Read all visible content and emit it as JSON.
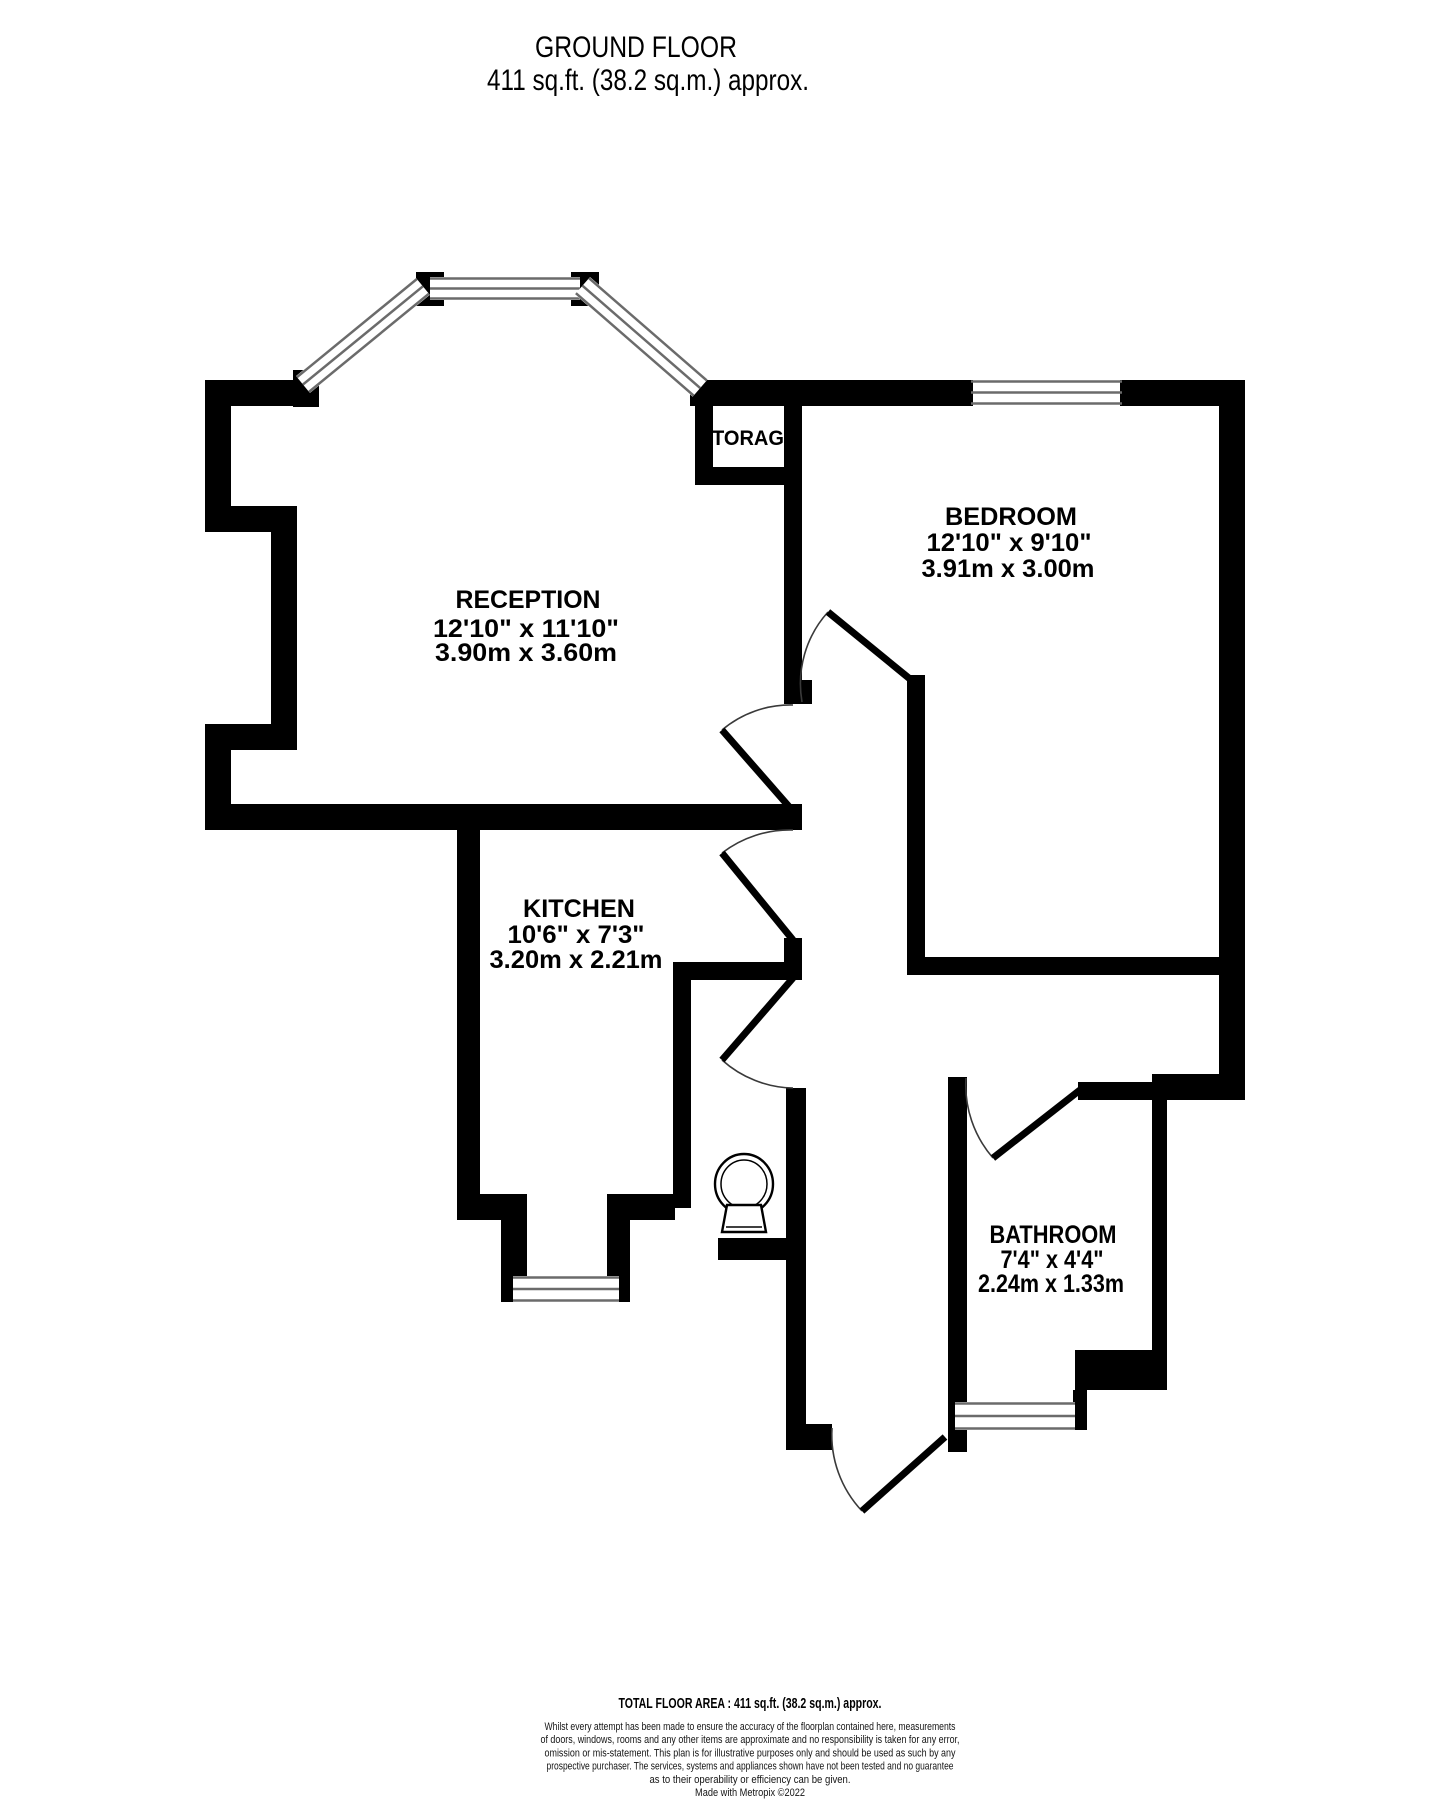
{
  "title": {
    "line1": "GROUND FLOOR",
    "line2": "411 sq.ft. (38.2 sq.m.) approx."
  },
  "rooms": {
    "reception": {
      "name": "RECEPTION",
      "imperial": "12'10\"  x 11'10\"",
      "metric": "3.90m  x 3.60m"
    },
    "bedroom": {
      "name": "BEDROOM",
      "imperial": "12'10\"  x 9'10\"",
      "metric": "3.91m  x 3.00m"
    },
    "kitchen": {
      "name": "KITCHEN",
      "imperial": "10'6\"  x 7'3\"",
      "metric": "3.20m  x 2.21m"
    },
    "bathroom": {
      "name": "BATHROOM",
      "imperial": "7'4\"  x 4'4\"",
      "metric": "2.24m  x 1.33m"
    },
    "storage": {
      "name": "TORAG"
    }
  },
  "footer": {
    "total": "TOTAL FLOOR AREA : 411 sq.ft. (38.2 sq.m.) approx.",
    "disclaimer": [
      "Whilst every attempt has been made to ensure the accuracy of the floorplan contained here, measurements",
      "of doors, windows, rooms and any other items are approximate and no responsibility is taken for any error,",
      "omission or mis-statement. This plan is for illustrative purposes only and should be used as such by any",
      "prospective purchaser. The services, systems and appliances shown have not been tested and no guarantee",
      "as to their operability or efficiency can be given.",
      "Made with Metropix ©2022"
    ]
  },
  "colors": {
    "wall": "#000000",
    "window_line": "#6b6b6b",
    "door_arc": "#3a3a3a",
    "background": "#ffffff"
  }
}
